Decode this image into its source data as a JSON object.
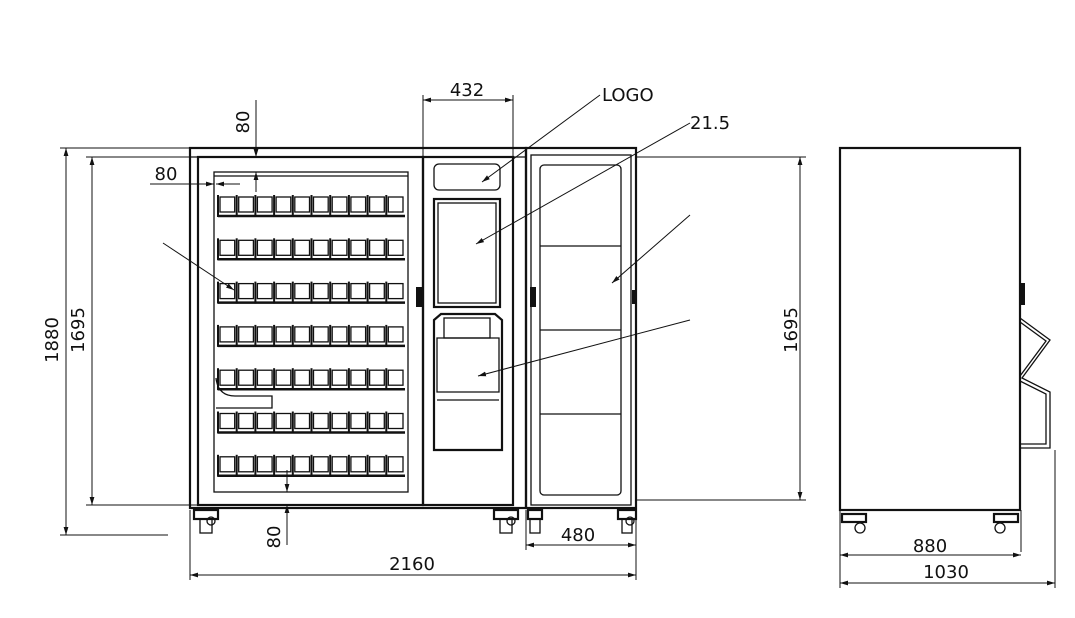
{
  "title": "Vending machine dimension drawing",
  "front_view": {
    "dims": {
      "total_height": "1880",
      "inner_height": "1695",
      "total_width": "2160",
      "top_margin": "80",
      "left_margin": "80",
      "bottom_margin": "80",
      "panel_width": "432",
      "cabinet_width": "480",
      "right_height": "1695"
    },
    "labels": {
      "logo": "LOGO",
      "screen": "21.5"
    },
    "shelf_rows": 7,
    "slots_per_row": 10,
    "side_cabinet_compartments": 4
  },
  "side_view": {
    "dims": {
      "body_depth": "880",
      "total_depth": "1030"
    }
  }
}
